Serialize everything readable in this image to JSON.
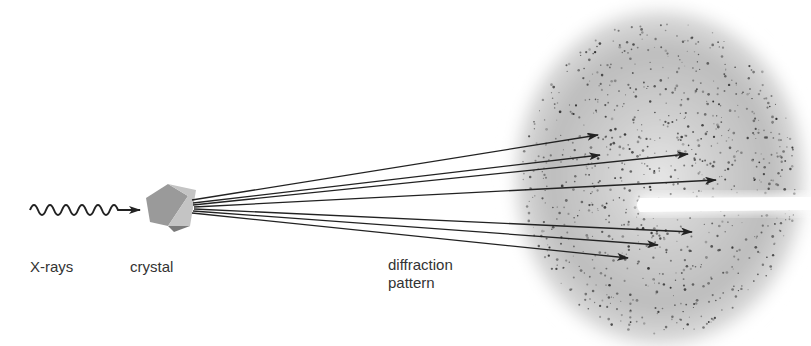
{
  "diagram": {
    "labels": [
      "X-rays",
      "crystal",
      "diffraction pattern"
    ]
  }
}
